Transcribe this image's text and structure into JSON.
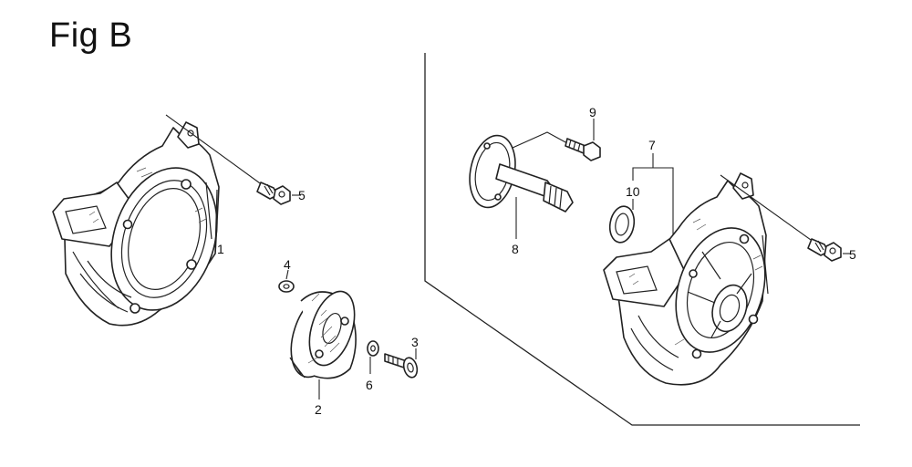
{
  "title": "Fig B",
  "callouts": {
    "c1": "1",
    "c2": "2",
    "c3": "3",
    "c4": "4",
    "c5a": "5",
    "c5b": "5",
    "c6": "6",
    "c7": "7",
    "c8": "8",
    "c9": "9",
    "c10": "10"
  }
}
